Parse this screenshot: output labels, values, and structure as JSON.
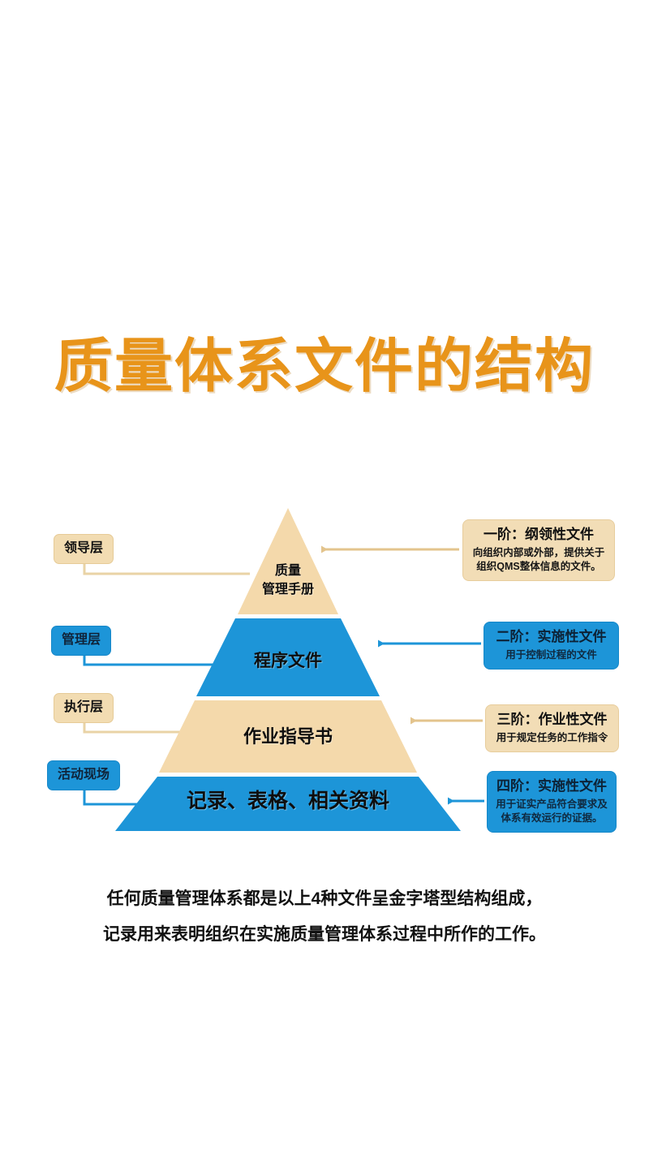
{
  "page": {
    "title": "质量体系文件的结构",
    "background_color": "#ffffff",
    "title_color": "#e8941a"
  },
  "colors": {
    "tan": "#f2ddb6",
    "tan_tier": "#f4d9ab",
    "blue": "#1d95d8",
    "orange_title": "#e8941a",
    "text_dark": "#111111"
  },
  "pyramid": {
    "tiers": [
      {
        "level": 1,
        "label": "质量\n管理手册",
        "color": "#f4d9ab",
        "style": "tan"
      },
      {
        "level": 2,
        "label": "程序文件",
        "color": "#1d95d8",
        "style": "blue"
      },
      {
        "level": 3,
        "label": "作业指导书",
        "color": "#f4d9ab",
        "style": "tan"
      },
      {
        "level": 4,
        "label": "记录、表格、相关资料",
        "color": "#1d95d8",
        "style": "blue"
      }
    ]
  },
  "left_labels": [
    {
      "text": "领导层",
      "style": "tan"
    },
    {
      "text": "管理层",
      "style": "blue"
    },
    {
      "text": "执行层",
      "style": "tan"
    },
    {
      "text": "活动现场",
      "style": "blue"
    }
  ],
  "right_cards": [
    {
      "title": "一阶：纲领性文件",
      "body": "向组织内部或外部，提供关于\n组织QMS整体信息的文件。",
      "style": "tan"
    },
    {
      "title": "二阶：实施性文件",
      "body": "用于控制过程的文件",
      "style": "blue"
    },
    {
      "title": "三阶：作业性文件",
      "body": "用于规定任务的工作指令",
      "style": "tan"
    },
    {
      "title": "四阶：实施性文件",
      "body": "用于证实产品符合要求及\n体系有效运行的证据。",
      "style": "blue"
    }
  ],
  "caption": {
    "line1": "任何质量管理体系都是以上4种文件呈金字塔型结构组成，",
    "line2": "记录用来表明组织在实施质量管理体系过程中所作的工作。"
  }
}
